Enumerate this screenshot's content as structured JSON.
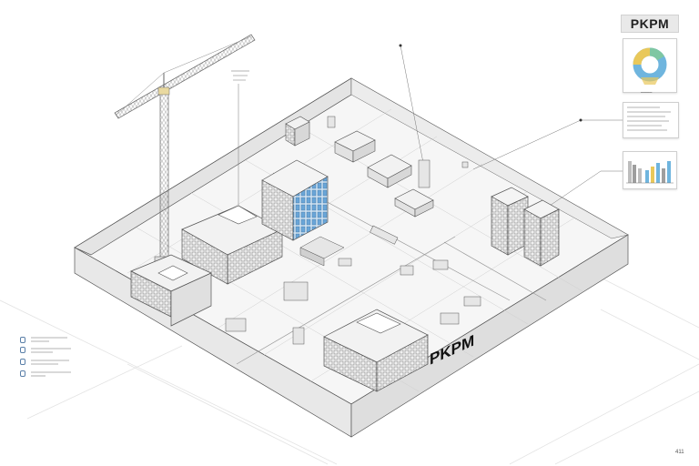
{
  "brand": {
    "logo_text": "PKPM"
  },
  "site_logo": {
    "text": "PKPM"
  },
  "corner": {
    "label": "411"
  },
  "colors": {
    "line": "#555555",
    "ground": "#f6f6f6",
    "wall": "#e4e4e4",
    "glass_blue": "#6aa6d8",
    "donut_blue": "#6fb5de",
    "donut_yellow": "#e9c85a",
    "donut_green": "#7fc7a2"
  },
  "icons": [
    "crane-icon",
    "donut-chart-icon",
    "bar-chart-icon",
    "legend-icon"
  ]
}
